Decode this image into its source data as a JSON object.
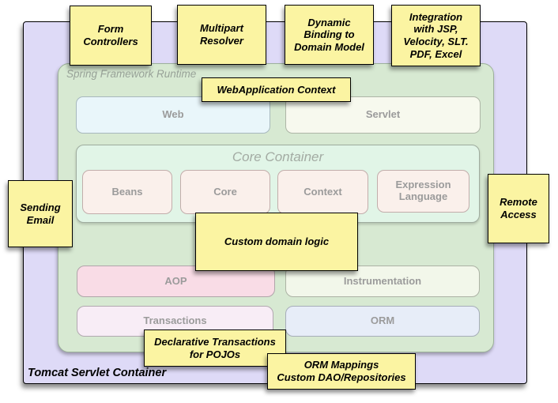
{
  "containers": {
    "tomcat": {
      "label": "Tomcat Servlet Container"
    },
    "runtime": {
      "label": "Spring Framework Runtime"
    },
    "core": {
      "label": "Core Container"
    }
  },
  "modules": {
    "web": {
      "label": "Web"
    },
    "servlet": {
      "label": "Servlet"
    },
    "beans": {
      "label": "Beans"
    },
    "core": {
      "label": "Core"
    },
    "context": {
      "label": "Context"
    },
    "expression_language": {
      "label": "Expression Language"
    },
    "aop": {
      "label": "AOP"
    },
    "instrumentation": {
      "label": "Instrumentation"
    },
    "transactions": {
      "label": "Transactions"
    },
    "orm": {
      "label": "ORM"
    }
  },
  "notes": {
    "form_controllers": {
      "text": "Form\nControllers"
    },
    "multipart_resolver": {
      "text": "Multipart\nResolver"
    },
    "dynamic_binding": {
      "text": "Dynamic\nBinding to\nDomain Model"
    },
    "integration": {
      "text": "Integration\nwith JSP,\nVelocity, SLT.\nPDF, Excel"
    },
    "webapplication_context": {
      "text": "WebApplication Context"
    },
    "sending_email": {
      "text": "Sending\nEmail"
    },
    "remote_access": {
      "text": "Remote\nAccess"
    },
    "custom_domain_logic": {
      "text": "Custom domain logic"
    },
    "declarative_transactions": {
      "text": "Declarative Transactions\nfor POJOs"
    },
    "orm_mappings": {
      "text": "ORM Mappings\nCustom DAO/Repositories"
    }
  },
  "colors": {
    "note_fill": "#FBF4A2",
    "tomcat_fill": "#DEDAF7",
    "runtime_fill": "#D7E9D2",
    "core_container_fill": "#E1F5E7",
    "web_fill": "#E9F6FA",
    "servlet_fill": "#F7F9EE",
    "core_module_fill": "#FAF0EB",
    "aop_fill": "#F9DCE6",
    "instrumentation_fill": "#F2F7EA",
    "transactions_fill": "#F8EDF6",
    "orm_fill": "#E7EDF8",
    "muted_label_text": "#9B9B9B"
  }
}
